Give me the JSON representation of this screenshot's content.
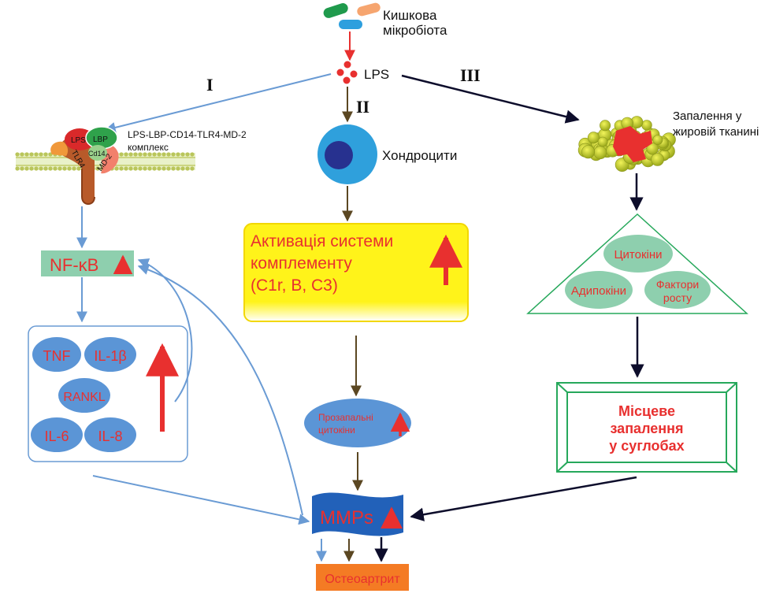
{
  "colors": {
    "blue_arrow": "#6a9bd4",
    "brown_arrow": "#5b4722",
    "black_arrow": "#0d0d2b",
    "red": "#e8302f",
    "cell_blue": "#5b95d6",
    "mint": "#8ecfae",
    "yellow": "#fff31a",
    "green_frame": "#26a85b",
    "orange": "#f47b24",
    "mmps_blue": "#2261b9",
    "fat_yellow": "#c7cf29"
  },
  "top": {
    "microbiota_line1": "Кишкова",
    "microbiota_line2": "мікробіота",
    "lps": "LPS"
  },
  "pathways": {
    "one": "I",
    "two": "II",
    "three": "III"
  },
  "complex": {
    "title_line1": "LPS-LBP-CD14-TLR4-MD-2",
    "title_line2": "комплекс",
    "lps": "LPS",
    "lbp": "LBP",
    "cd14": "Cd14",
    "tlr4": "TLR4",
    "md2": "MD-2"
  },
  "nfkb": "NF-κB",
  "cytokine_box": [
    "TNF",
    "IL-1β",
    "RANKL",
    "IL-6",
    "IL-8"
  ],
  "chondrocytes": "Хондроцити",
  "complement": {
    "line1": "Активація системи",
    "line2": "комплементу",
    "line3": "(C1r, B, C3)"
  },
  "proinflam": {
    "line1": "Прозапальні",
    "line2": "цитокіни"
  },
  "mmps": "MMPs",
  "osteoarthritis": "Остеоартрит",
  "adipose": {
    "line1": "Запалення у",
    "line2": "жировій тканині"
  },
  "triangle": {
    "cytokines": "Цитокіни",
    "adipokines": "Адипокіни",
    "growth_line1": "Фактори",
    "growth_line2": "росту"
  },
  "local_inflammation": {
    "line1": "Місцеве",
    "line2": "запалення",
    "line3": "у суглобах"
  }
}
